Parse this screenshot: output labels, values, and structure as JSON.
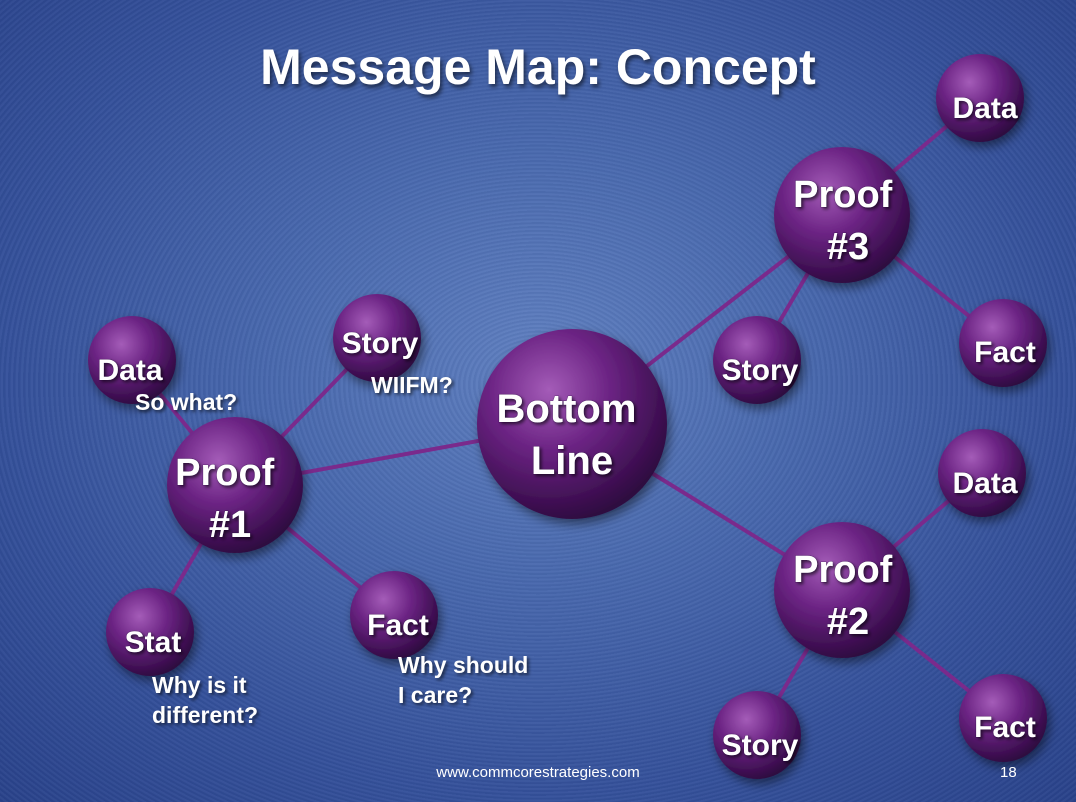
{
  "title": "Message Map: Concept",
  "nodes": {
    "bottom_line": [
      "Bottom",
      "Line"
    ],
    "proof1": [
      "Proof",
      "#1"
    ],
    "proof2": [
      "Proof",
      "#2"
    ],
    "proof3": [
      "Proof",
      "#3"
    ],
    "p1_data": "Data",
    "p1_story": "Story",
    "p1_stat": "Stat",
    "p1_fact": "Fact",
    "p3_data": "Data",
    "p3_story": "Story",
    "p3_fact": "Fact",
    "p2_data": "Data",
    "p2_story": "Story",
    "p2_fact": "Fact"
  },
  "annotations": {
    "so_what": "So  what?",
    "wiifm": "WIIFM?",
    "why_different": [
      "Why is it",
      "different?"
    ],
    "why_care": [
      "Why should",
      "I care?"
    ]
  },
  "footer": {
    "url": "www.commcorestrategies.com",
    "page": "18"
  },
  "colors": {
    "node_fill": "#5a1a6e",
    "node_highlight": "#a45cb8",
    "connector": "#7a2a8c",
    "background": "#4868ad"
  }
}
